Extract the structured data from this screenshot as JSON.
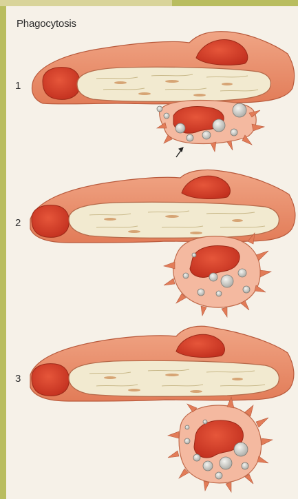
{
  "title": "Phagocytosis",
  "stages": [
    {
      "label": "1"
    },
    {
      "label": "2"
    },
    {
      "label": "3"
    }
  ],
  "colors": {
    "background_frame": "#b9bd5f",
    "panel": "#f6f1e8",
    "cell_outer": "#e7906c",
    "cytoplasm": "#f4b9a0",
    "nucleus": "#d7402a",
    "vacuole": "#f2ead0",
    "granule": "#d5d5d2"
  }
}
